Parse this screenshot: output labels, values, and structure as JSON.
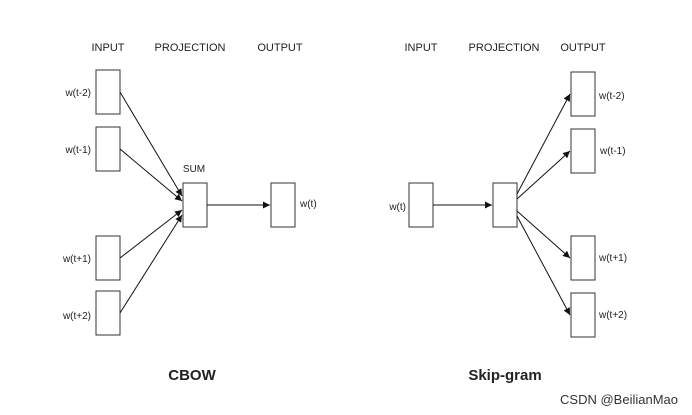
{
  "cbow": {
    "headers": {
      "input": "INPUT",
      "projection": "PROJECTION",
      "output": "OUTPUT"
    },
    "sum_label": "SUM",
    "inputs": [
      "w(t-2)",
      "w(t-1)",
      "w(t+1)",
      "w(t+2)"
    ],
    "output": "w(t)",
    "title": "CBOW"
  },
  "skipgram": {
    "headers": {
      "input": "INPUT",
      "projection": "PROJECTION",
      "output": "OUTPUT"
    },
    "input": "w(t)",
    "outputs": [
      "w(t-2)",
      "w(t-1)",
      "w(t+1)",
      "w(t+2)"
    ],
    "title": "Skip-gram"
  },
  "watermark": "CSDN @BeilianMao"
}
